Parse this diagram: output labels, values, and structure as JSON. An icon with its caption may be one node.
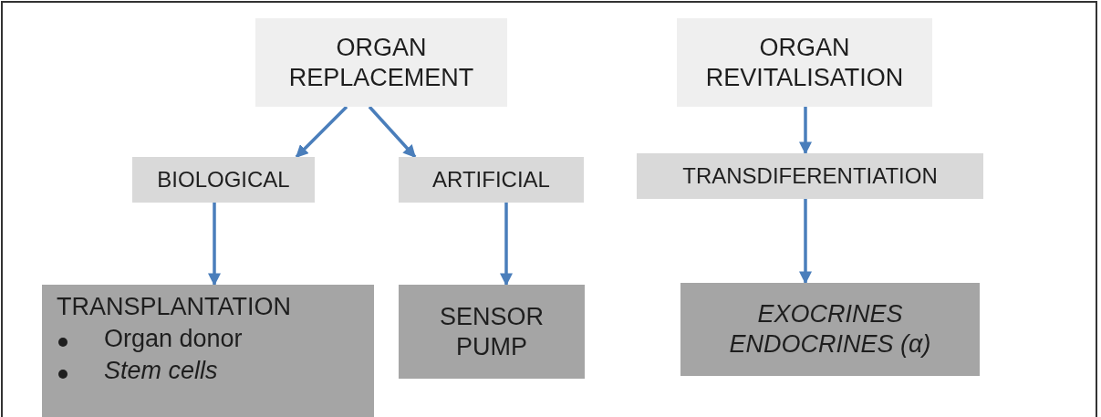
{
  "diagram": {
    "nodes": [
      {
        "text": [
          "ORGAN REPLACEMENT"
        ]
      },
      {
        "text": [
          "ORGAN REVITALISATION"
        ]
      },
      {
        "text": [
          "BIOLOGICAL"
        ]
      },
      {
        "text": [
          "ARTIFICIAL"
        ]
      },
      {
        "text": [
          "TRANSDIFERENTIATION"
        ]
      },
      {
        "text": [
          "TRANSPLANTATION",
          "Organ donor",
          "Stem cells"
        ]
      },
      {
        "text": [
          "SENSOR PUMP"
        ]
      },
      {
        "text": [
          "EXOCRINES",
          "ENDOCRINES (α)"
        ]
      }
    ],
    "edges": [
      {
        "from": 0,
        "to": 2,
        "arrow": "to"
      },
      {
        "from": 0,
        "to": 3,
        "arrow": "to"
      },
      {
        "from": 1,
        "to": 4,
        "arrow": "to"
      },
      {
        "from": 2,
        "to": 5,
        "arrow": "to"
      },
      {
        "from": 3,
        "to": 6,
        "arrow": "to"
      },
      {
        "from": 4,
        "to": 7,
        "arrow": "to"
      }
    ]
  }
}
